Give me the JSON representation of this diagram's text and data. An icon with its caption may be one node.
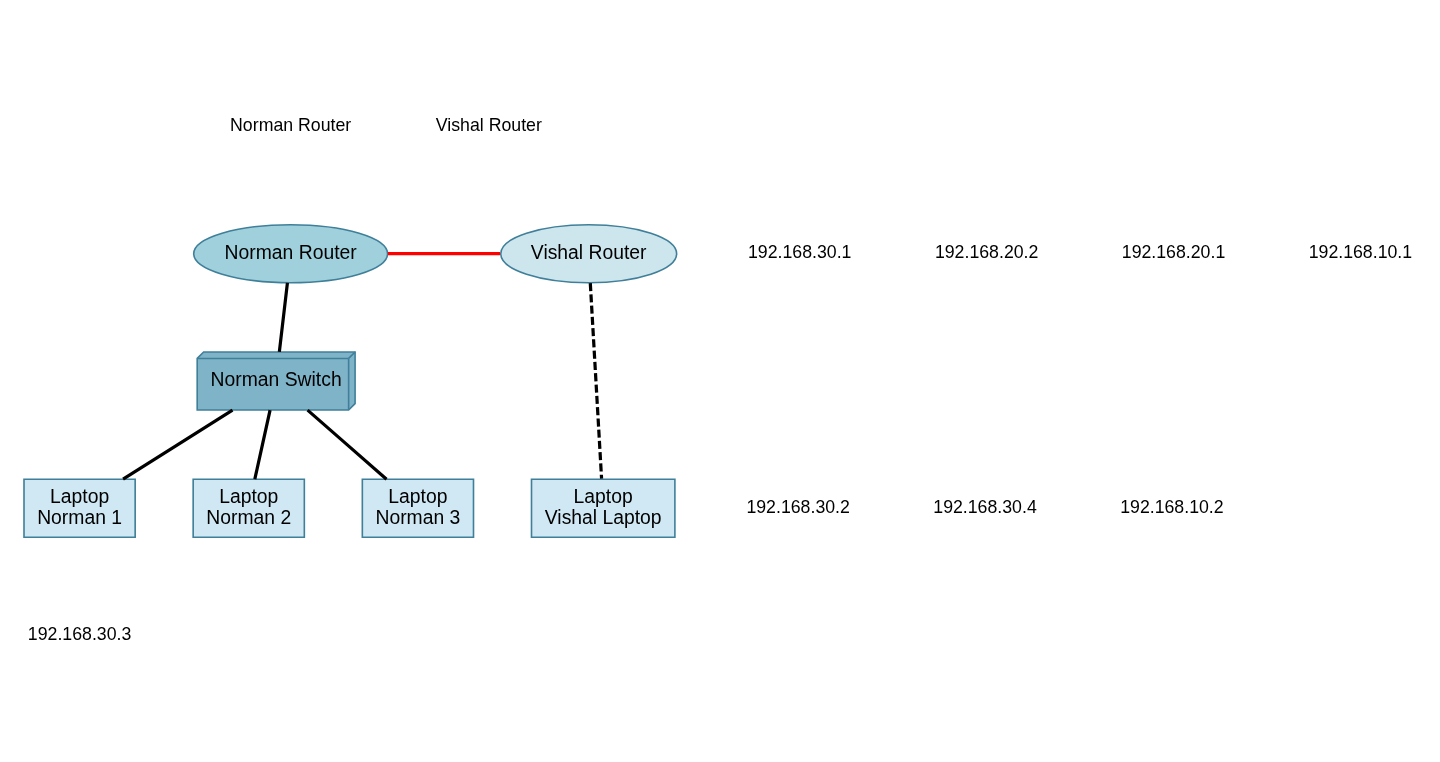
{
  "diagram": {
    "nodes": [
      {
        "text": [
          "Norman Router"
        ]
      },
      {
        "text": [
          "Norman Switch"
        ]
      },
      {
        "text": [
          "Laptop",
          "Norman 1"
        ]
      },
      {
        "text": [
          "Laptop",
          "Norman 2"
        ]
      },
      {
        "text": [
          "Laptop",
          "Norman 3"
        ]
      },
      {
        "text": [
          "Vishal Router"
        ]
      },
      {
        "text": [
          "Laptop",
          "Vishal Laptop"
        ]
      }
    ],
    "edges": [
      {
        "from": 0,
        "to": 5,
        "arrow": "none",
        "color": "#ff0000"
      },
      {
        "from": 0,
        "to": 1,
        "arrow": "none"
      },
      {
        "from": 1,
        "to": 2,
        "arrow": "none"
      },
      {
        "from": 1,
        "to": 3,
        "arrow": "none"
      },
      {
        "from": 1,
        "to": 4,
        "arrow": "none"
      },
      {
        "from": 5,
        "to": 6,
        "arrow": "none",
        "style": "dashed"
      }
    ],
    "labels": [
      "Norman Router",
      "192.168.30.1",
      "192.168.20.2",
      "Vishal Router",
      "192.168.20.1",
      "192.168.10.1",
      "192.168.30.2",
      "192.168.30.4",
      "192.168.10.2",
      "192.168.30.3"
    ]
  }
}
